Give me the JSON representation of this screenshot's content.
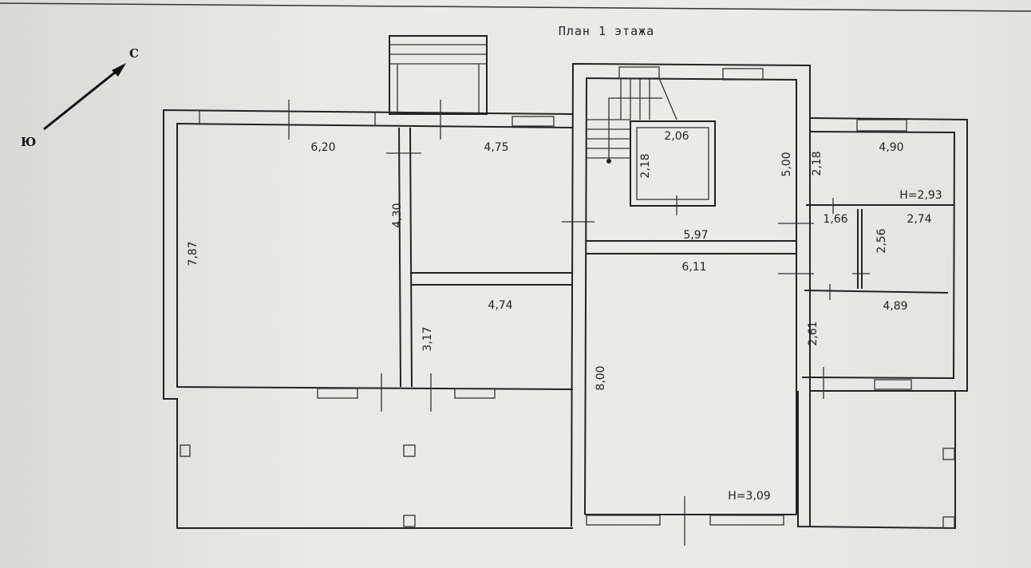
{
  "title": "План 1 этажа",
  "compass": {
    "north": "С",
    "south": "Ю"
  },
  "dimensions": {
    "left_room_width": "6,20",
    "left_room_length": "7,87",
    "upper_room_width": "4,75",
    "upper_room_length": "4,30",
    "lower_room_width": "4,74",
    "lower_room_length": "3,17",
    "stair_box_width": "2,06",
    "stair_box_length": "2,18",
    "hall_length": "5,00",
    "hall_width": "5,97",
    "main_hall_width": "6,11",
    "main_hall_length": "8,00",
    "main_height": "H=3,09",
    "right_top_width": "4,90",
    "right_top_length": "2,18",
    "right_height": "H=2,93",
    "small_room_width": "1,66",
    "mid_room_width": "2,74",
    "mid_room_length": "2,56",
    "right_bottom_width": "4,89",
    "right_bottom_length": "2,61"
  }
}
